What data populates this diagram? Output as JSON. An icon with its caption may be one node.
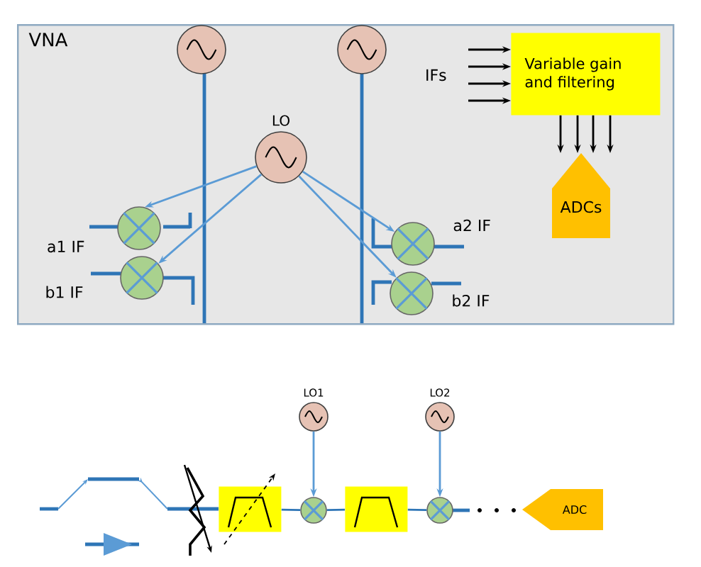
{
  "diagram": {
    "nodes": [
      {
        "text": [
          "VNA"
        ]
      },
      {
        "text": [],
        "shape": "circle",
        "in": 0
      },
      {
        "text": [],
        "shape": "circle",
        "in": 0
      },
      {
        "text": [
          "LO"
        ],
        "in": 0
      },
      {
        "text": [],
        "shape": "circle",
        "in": 0,
        "beside": [
          "a1 IF"
        ]
      },
      {
        "text": [],
        "shape": "circle",
        "in": 0,
        "beside": [
          "b1 IF"
        ]
      },
      {
        "text": [],
        "shape": "circle",
        "in": 0,
        "beside": [
          "a2 IF"
        ]
      },
      {
        "text": [],
        "shape": "circle",
        "in": 0,
        "beside": [
          "b2 IF"
        ]
      },
      {
        "text": [
          "Variable gain and filtering"
        ],
        "in": 0
      },
      {
        "text": [
          "ADCs"
        ],
        "in": 0
      },
      {
        "text": [
          "LO1"
        ]
      },
      {
        "text": [
          "LO2"
        ]
      },
      {
        "text": [],
        "shape": "box"
      },
      {
        "text": [],
        "shape": "circle"
      },
      {
        "text": [],
        "shape": "box"
      },
      {
        "text": [],
        "shape": "circle"
      },
      {
        "text": [
          "ADC"
        ]
      }
    ],
    "edges": [
      {
        "from": 3,
        "to": 4,
        "arrow": "to",
        "color": "#5b9bd5"
      },
      {
        "from": 3,
        "to": 5,
        "arrow": "to",
        "color": "#5b9bd5"
      },
      {
        "from": 3,
        "to": 6,
        "arrow": "to",
        "color": "#5b9bd5"
      },
      {
        "from": 3,
        "to": 7,
        "arrow": "to",
        "color": "#5b9bd5"
      },
      {
        "from": null,
        "to": 8,
        "arrow": "to"
      },
      {
        "from": null,
        "to": 8,
        "arrow": "to"
      },
      {
        "from": null,
        "to": 8,
        "arrow": "to"
      },
      {
        "from": null,
        "to": 8,
        "arrow": "to"
      },
      {
        "from": 8,
        "to": 9,
        "arrow": "to"
      },
      {
        "from": 8,
        "to": 9,
        "arrow": "to"
      },
      {
        "from": 8,
        "to": 9,
        "arrow": "to"
      },
      {
        "from": 8,
        "to": 9,
        "arrow": "to"
      },
      {
        "from": 10,
        "to": 13,
        "arrow": "to",
        "color": "#5b9bd5"
      },
      {
        "from": 11,
        "to": 15,
        "arrow": "to",
        "color": "#5b9bd5"
      },
      {
        "from": 12,
        "to": 13,
        "arrow": "none",
        "color": "#2e75b6"
      },
      {
        "from": 13,
        "to": 14,
        "arrow": "none",
        "color": "#2e75b6"
      },
      {
        "from": 14,
        "to": 15,
        "arrow": "none",
        "color": "#2e75b6"
      }
    ],
    "labels": [
      "IFs"
    ]
  }
}
